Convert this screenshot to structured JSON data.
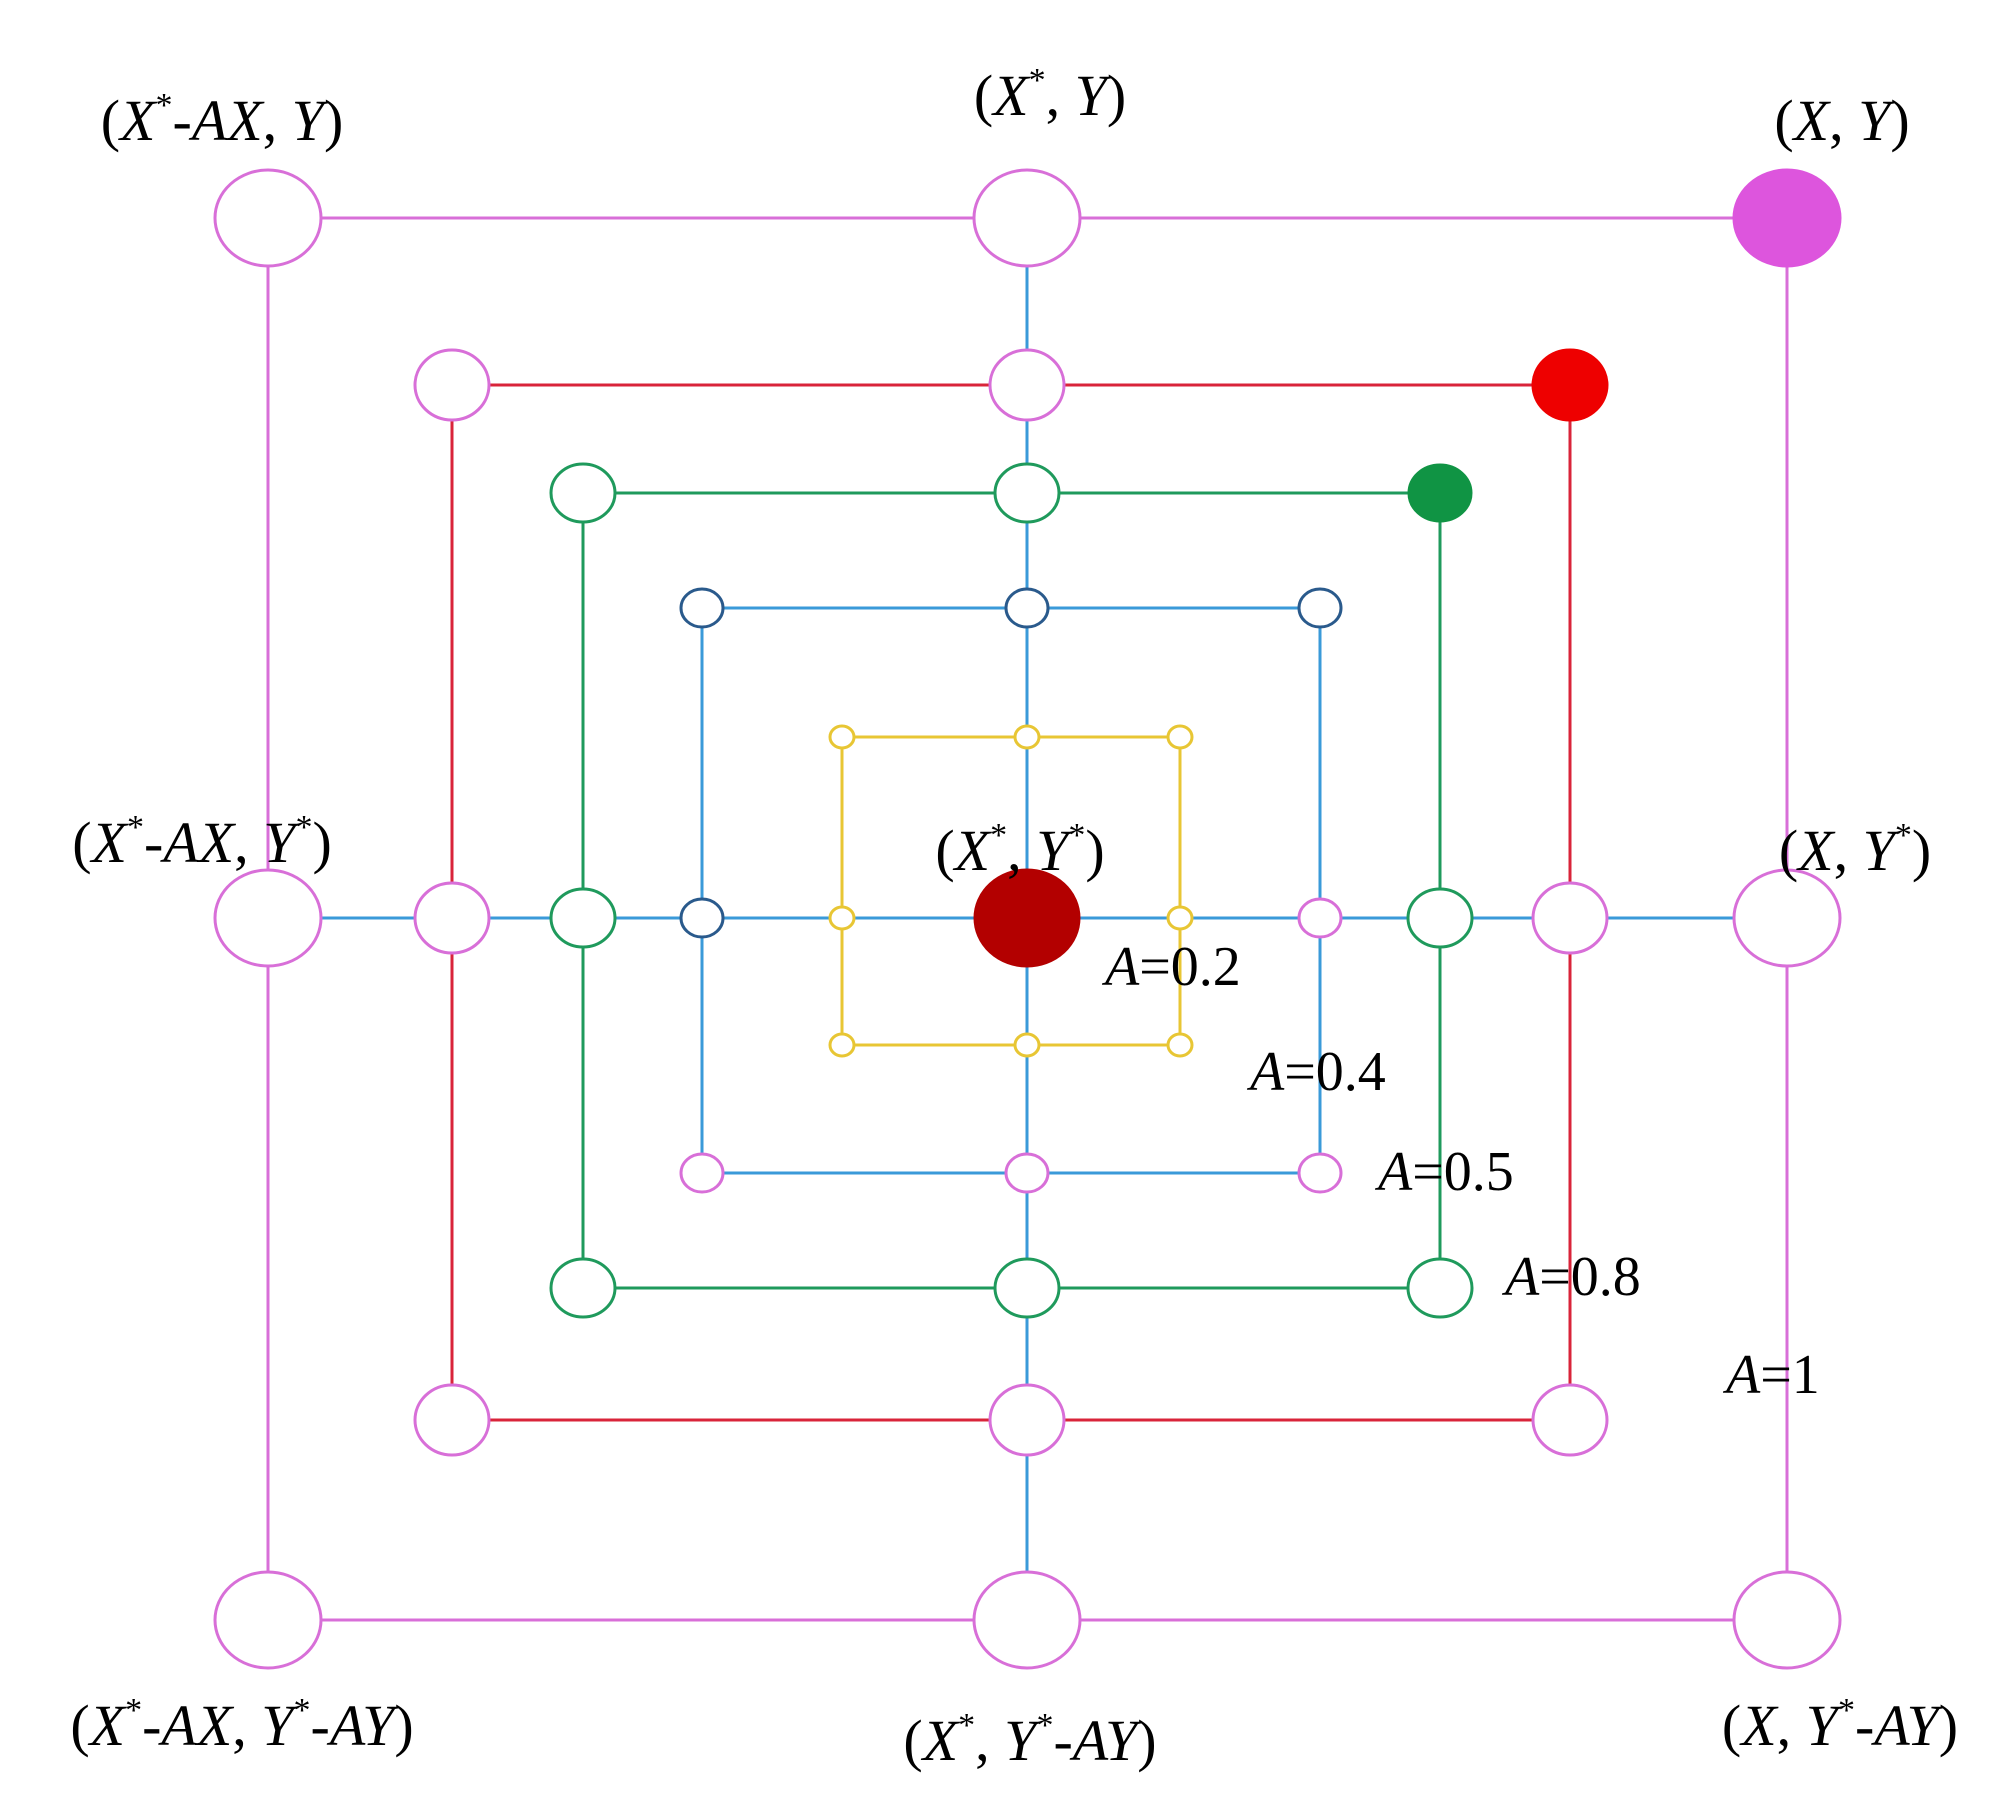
{
  "diagram": {
    "colors": {
      "magenta": "#d86fd8",
      "red": "#d9243a",
      "green": "#1f9a5c",
      "blue": "#3a9ad9",
      "navy": "#2a5a8c",
      "yellow": "#e8c634",
      "point_XY": "#dd55dd",
      "point_red": "#ee0000",
      "point_green": "#109444",
      "point_center": "#b30000"
    },
    "labels": {
      "top_left": {
        "parts": [
          "(",
          "X",
          "*",
          "-",
          "AX",
          ", ",
          "Y",
          ")"
        ]
      },
      "top_center": {
        "parts": [
          "(",
          "X",
          "*",
          ", ",
          "Y",
          ")"
        ]
      },
      "top_right": {
        "parts": [
          "(",
          "X",
          ", ",
          "Y",
          ")"
        ]
      },
      "mid_left": {
        "parts": [
          "(",
          "X",
          "*",
          "-",
          "AX",
          ", ",
          "Y",
          "*",
          ")"
        ]
      },
      "center": {
        "parts": [
          "(",
          "X",
          "*",
          ", ",
          "Y",
          "*",
          ")"
        ]
      },
      "mid_right": {
        "parts": [
          "(",
          "X",
          ", ",
          "Y",
          "*",
          ")"
        ]
      },
      "bottom_left": {
        "parts": [
          "(",
          "X",
          "*",
          "-",
          "AX",
          ", ",
          "Y",
          "*",
          "-",
          "AY",
          ")"
        ]
      },
      "bottom_center": {
        "parts": [
          "(",
          "X",
          "*",
          ", ",
          "Y",
          "*",
          "-",
          "AY",
          ")"
        ]
      },
      "bottom_right": {
        "parts": [
          "(",
          "X",
          ", ",
          "Y",
          "*",
          "-",
          "AY",
          ")"
        ]
      }
    },
    "a_labels": [
      {
        "var": "A",
        "value": "=0.2"
      },
      {
        "var": "A",
        "value": "=0.4"
      },
      {
        "var": "A",
        "value": "=0.5"
      },
      {
        "var": "A",
        "value": "=0.8"
      },
      {
        "var": "A",
        "value": "=1"
      }
    ]
  }
}
